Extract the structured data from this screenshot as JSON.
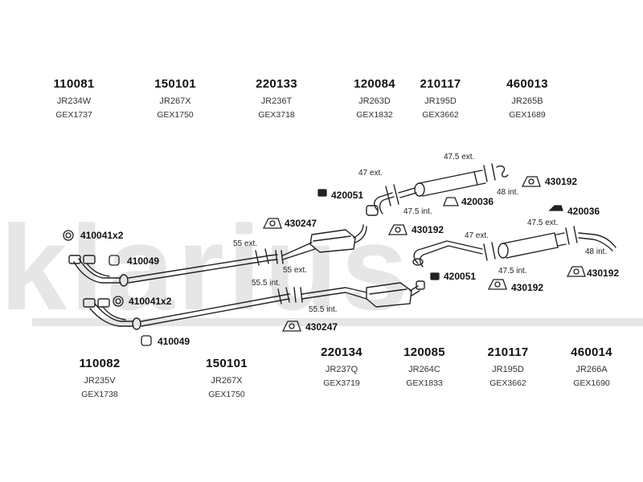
{
  "watermark": "klarius",
  "top_parts": [
    {
      "number": "110081",
      "code": "JR234W",
      "gex": "GEX1737"
    },
    {
      "number": "150101",
      "code": "JR267X",
      "gex": "GEX1750"
    },
    {
      "number": "220133",
      "code": "JR236T",
      "gex": "GEX3718"
    },
    {
      "number": "120084",
      "code": "JR263D",
      "gex": "GEX1832"
    },
    {
      "number": "210117",
      "code": "JR195D",
      "gex": "GEX3662"
    },
    {
      "number": "460013",
      "code": "JR265B",
      "gex": "GEX1689"
    }
  ],
  "bottom_parts": [
    {
      "number": "110082",
      "code": "JR235V",
      "gex": "GEX1738"
    },
    {
      "number": "150101",
      "code": "JR267X",
      "gex": "GEX1750"
    },
    {
      "number": "220134",
      "code": "JR237Q",
      "gex": "GEX3719"
    },
    {
      "number": "120085",
      "code": "JR264C",
      "gex": "GEX1833"
    },
    {
      "number": "210117",
      "code": "JR195D",
      "gex": "GEX3662"
    },
    {
      "number": "460014",
      "code": "JR266A",
      "gex": "GEX1690"
    }
  ],
  "callouts": [
    "410041x2",
    "410049",
    "410041x2",
    "410049",
    "430247",
    "430247",
    "420051",
    "420036",
    "430192",
    "430192",
    "430192",
    "420036",
    "420051",
    "430192",
    "430192"
  ],
  "dimensions": [
    "55 ext.",
    "55 ext.",
    "55.5 int.",
    "55.5 int.",
    "47 ext.",
    "47.5 ext.",
    "47.5 int.",
    "48 int.",
    "47 ext.",
    "47.5 ext.",
    "47.5 int.",
    "48 int."
  ],
  "icons": {
    "ring": "ring-gasket-icon",
    "mount": "rubber-mount-icon",
    "clamp": "pipe-clamp-icon"
  }
}
